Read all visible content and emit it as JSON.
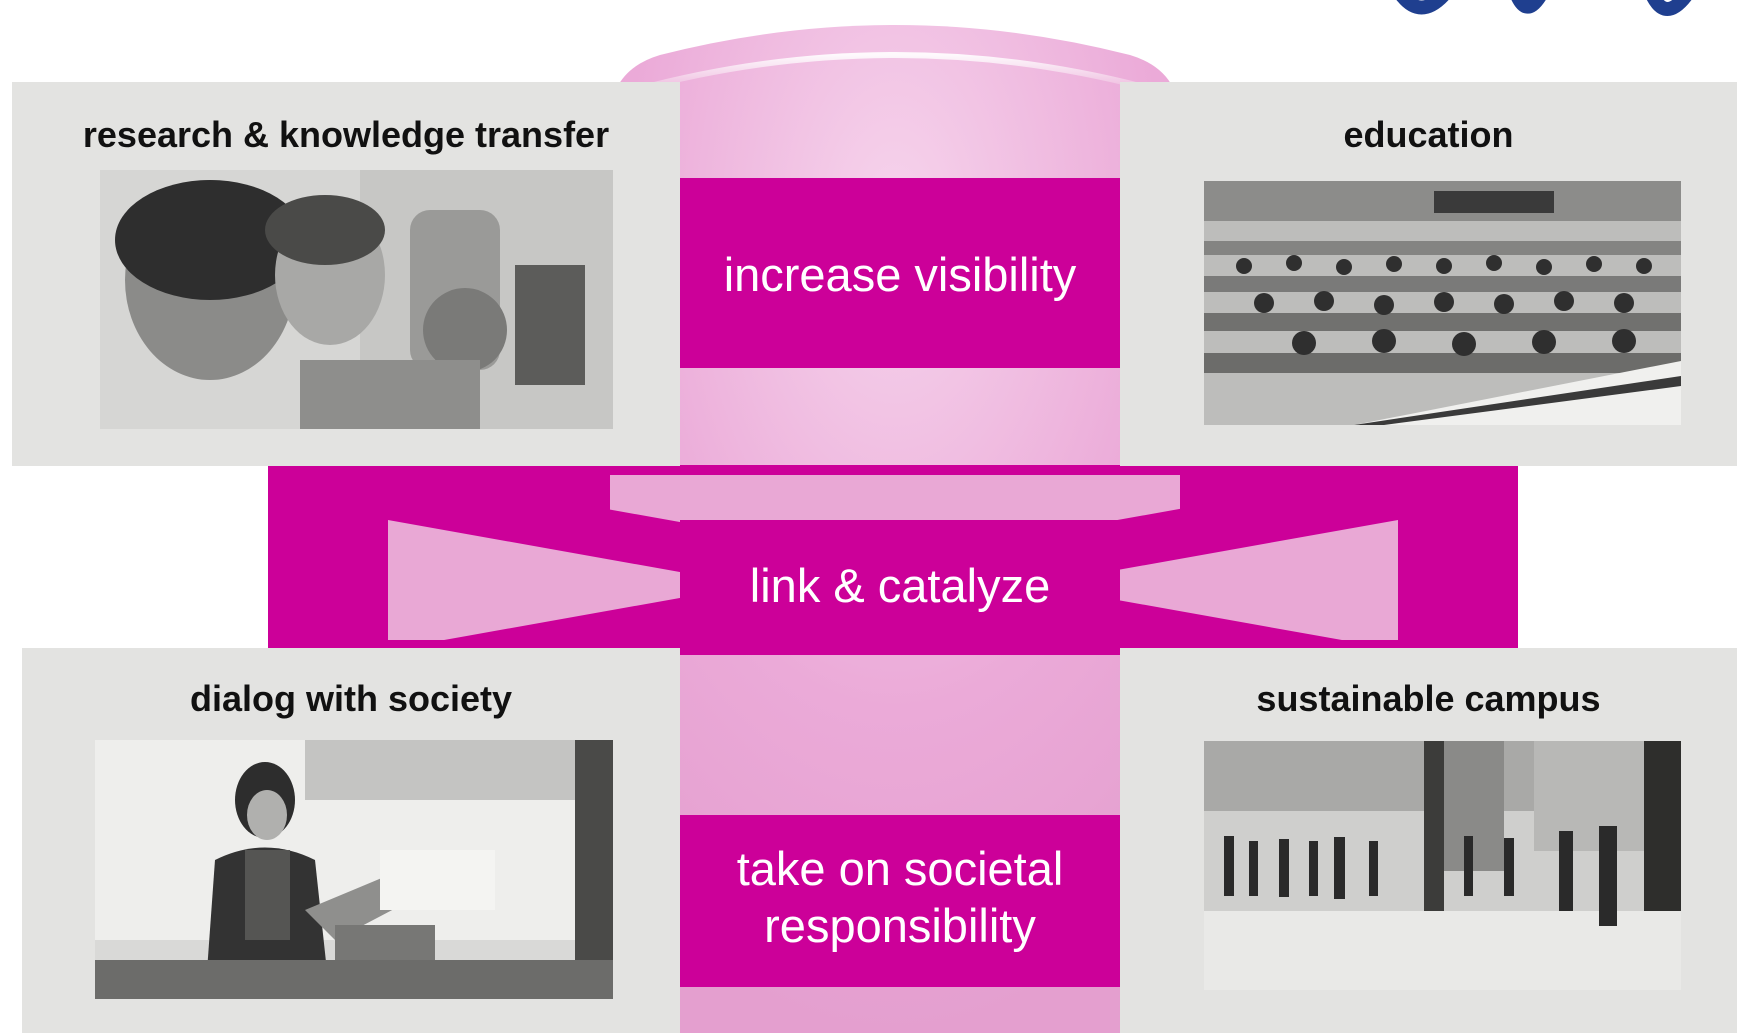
{
  "colors": {
    "magenta": "#cc0099",
    "light_pink": "#e9a8d5",
    "panel_gray": "#e3e3e1",
    "title_fragment_blue": "#1f3f8f"
  },
  "central": {
    "top_label": "increase visibility",
    "middle_label": "link & catalyze",
    "bottom_label_line1": "take on societal",
    "bottom_label_line2": "responsibility"
  },
  "panels": {
    "research": {
      "title": "research & knowledge transfer",
      "photo": "photo-researchers-lab"
    },
    "education": {
      "title": "education",
      "photo": "photo-lecture-hall"
    },
    "dialog": {
      "title": "dialog with society",
      "photo": "photo-speaker-podium"
    },
    "campus": {
      "title": "sustainable campus",
      "photo": "photo-campus-courtyard"
    }
  }
}
